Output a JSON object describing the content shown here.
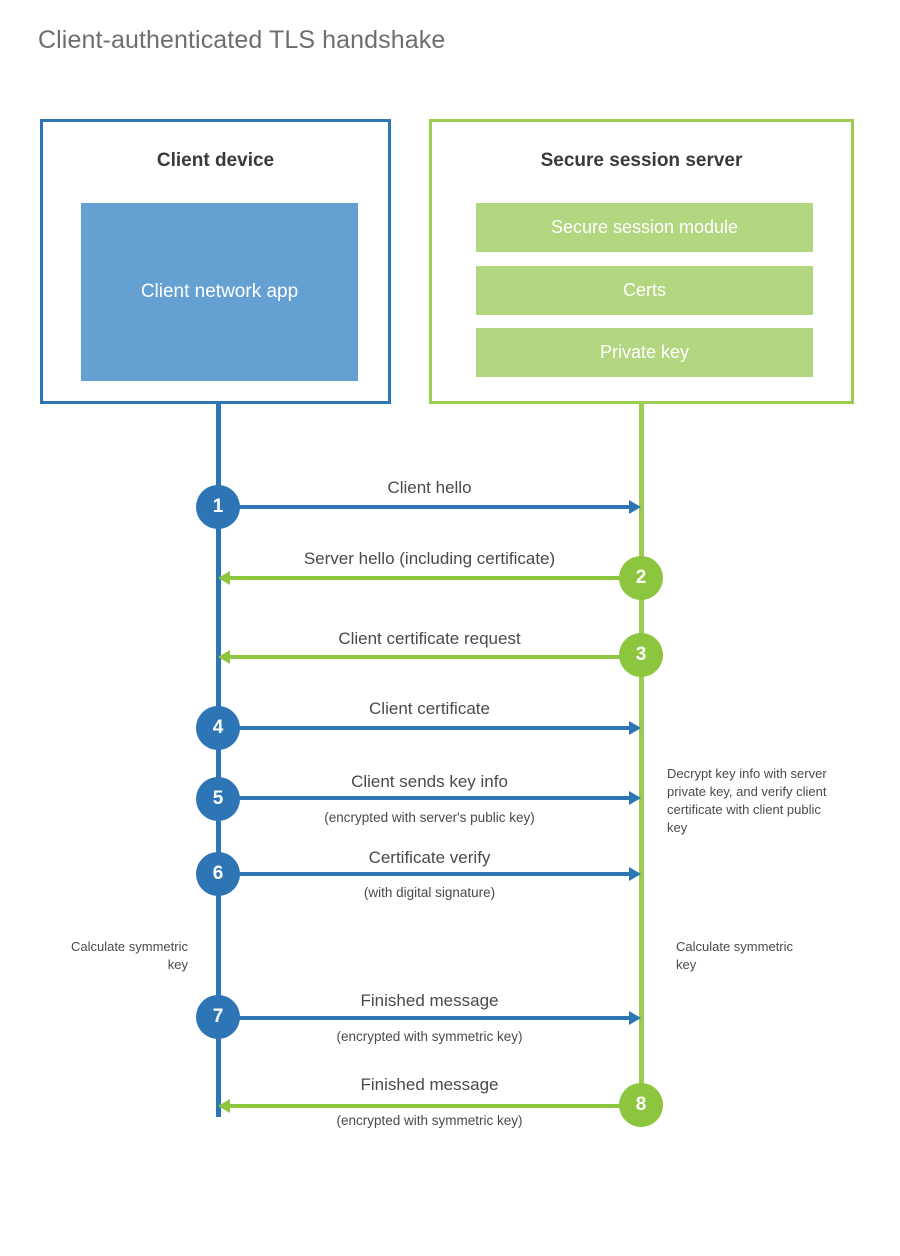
{
  "title": "Client-authenticated TLS handshake",
  "colors": {
    "client_blue": "#2e75b6",
    "client_app_fill": "#64a0d2",
    "server_green": "#9ccb51",
    "server_bar_fill": "#b3d780",
    "arrow_green": "#8cc63e",
    "title_text": "#6e6e6e",
    "body_text": "#4a4a4a",
    "heading_text": "#3a3a3a",
    "background": "#ffffff"
  },
  "participants": {
    "client": {
      "heading": "Client device",
      "app_label": "Client network app"
    },
    "server": {
      "heading": "Secure session server",
      "components": [
        "Secure session module",
        "Certs",
        "Private key"
      ]
    }
  },
  "messages": [
    {
      "step": "1",
      "label": "Client hello",
      "sublabel": "",
      "direction": "client-to-server",
      "color": "blue"
    },
    {
      "step": "2",
      "label": "Server hello (including certificate)",
      "sublabel": "",
      "direction": "server-to-client",
      "color": "green"
    },
    {
      "step": "3",
      "label": "Client certificate request",
      "sublabel": "",
      "direction": "server-to-client",
      "color": "green"
    },
    {
      "step": "4",
      "label": "Client certificate",
      "sublabel": "",
      "direction": "client-to-server",
      "color": "blue"
    },
    {
      "step": "5",
      "label": "Client sends key info",
      "sublabel": "(encrypted with server's public key)",
      "direction": "client-to-server",
      "color": "blue"
    },
    {
      "step": "6",
      "label": "Certificate verify",
      "sublabel": "(with digital signature)",
      "direction": "client-to-server",
      "color": "blue"
    },
    {
      "step": "7",
      "label": "Finished message",
      "sublabel": "(encrypted with symmetric key)",
      "direction": "client-to-server",
      "color": "blue"
    },
    {
      "step": "8",
      "label": "Finished message",
      "sublabel": "(encrypted with symmetric key)",
      "direction": "server-to-client",
      "color": "green"
    }
  ],
  "notes": {
    "server_decrypt": "Decrypt key info with server private key, and verify client certificate with client public key",
    "client_calculate": "Calculate symmetric key",
    "server_calculate": "Calculate symmetric key"
  }
}
